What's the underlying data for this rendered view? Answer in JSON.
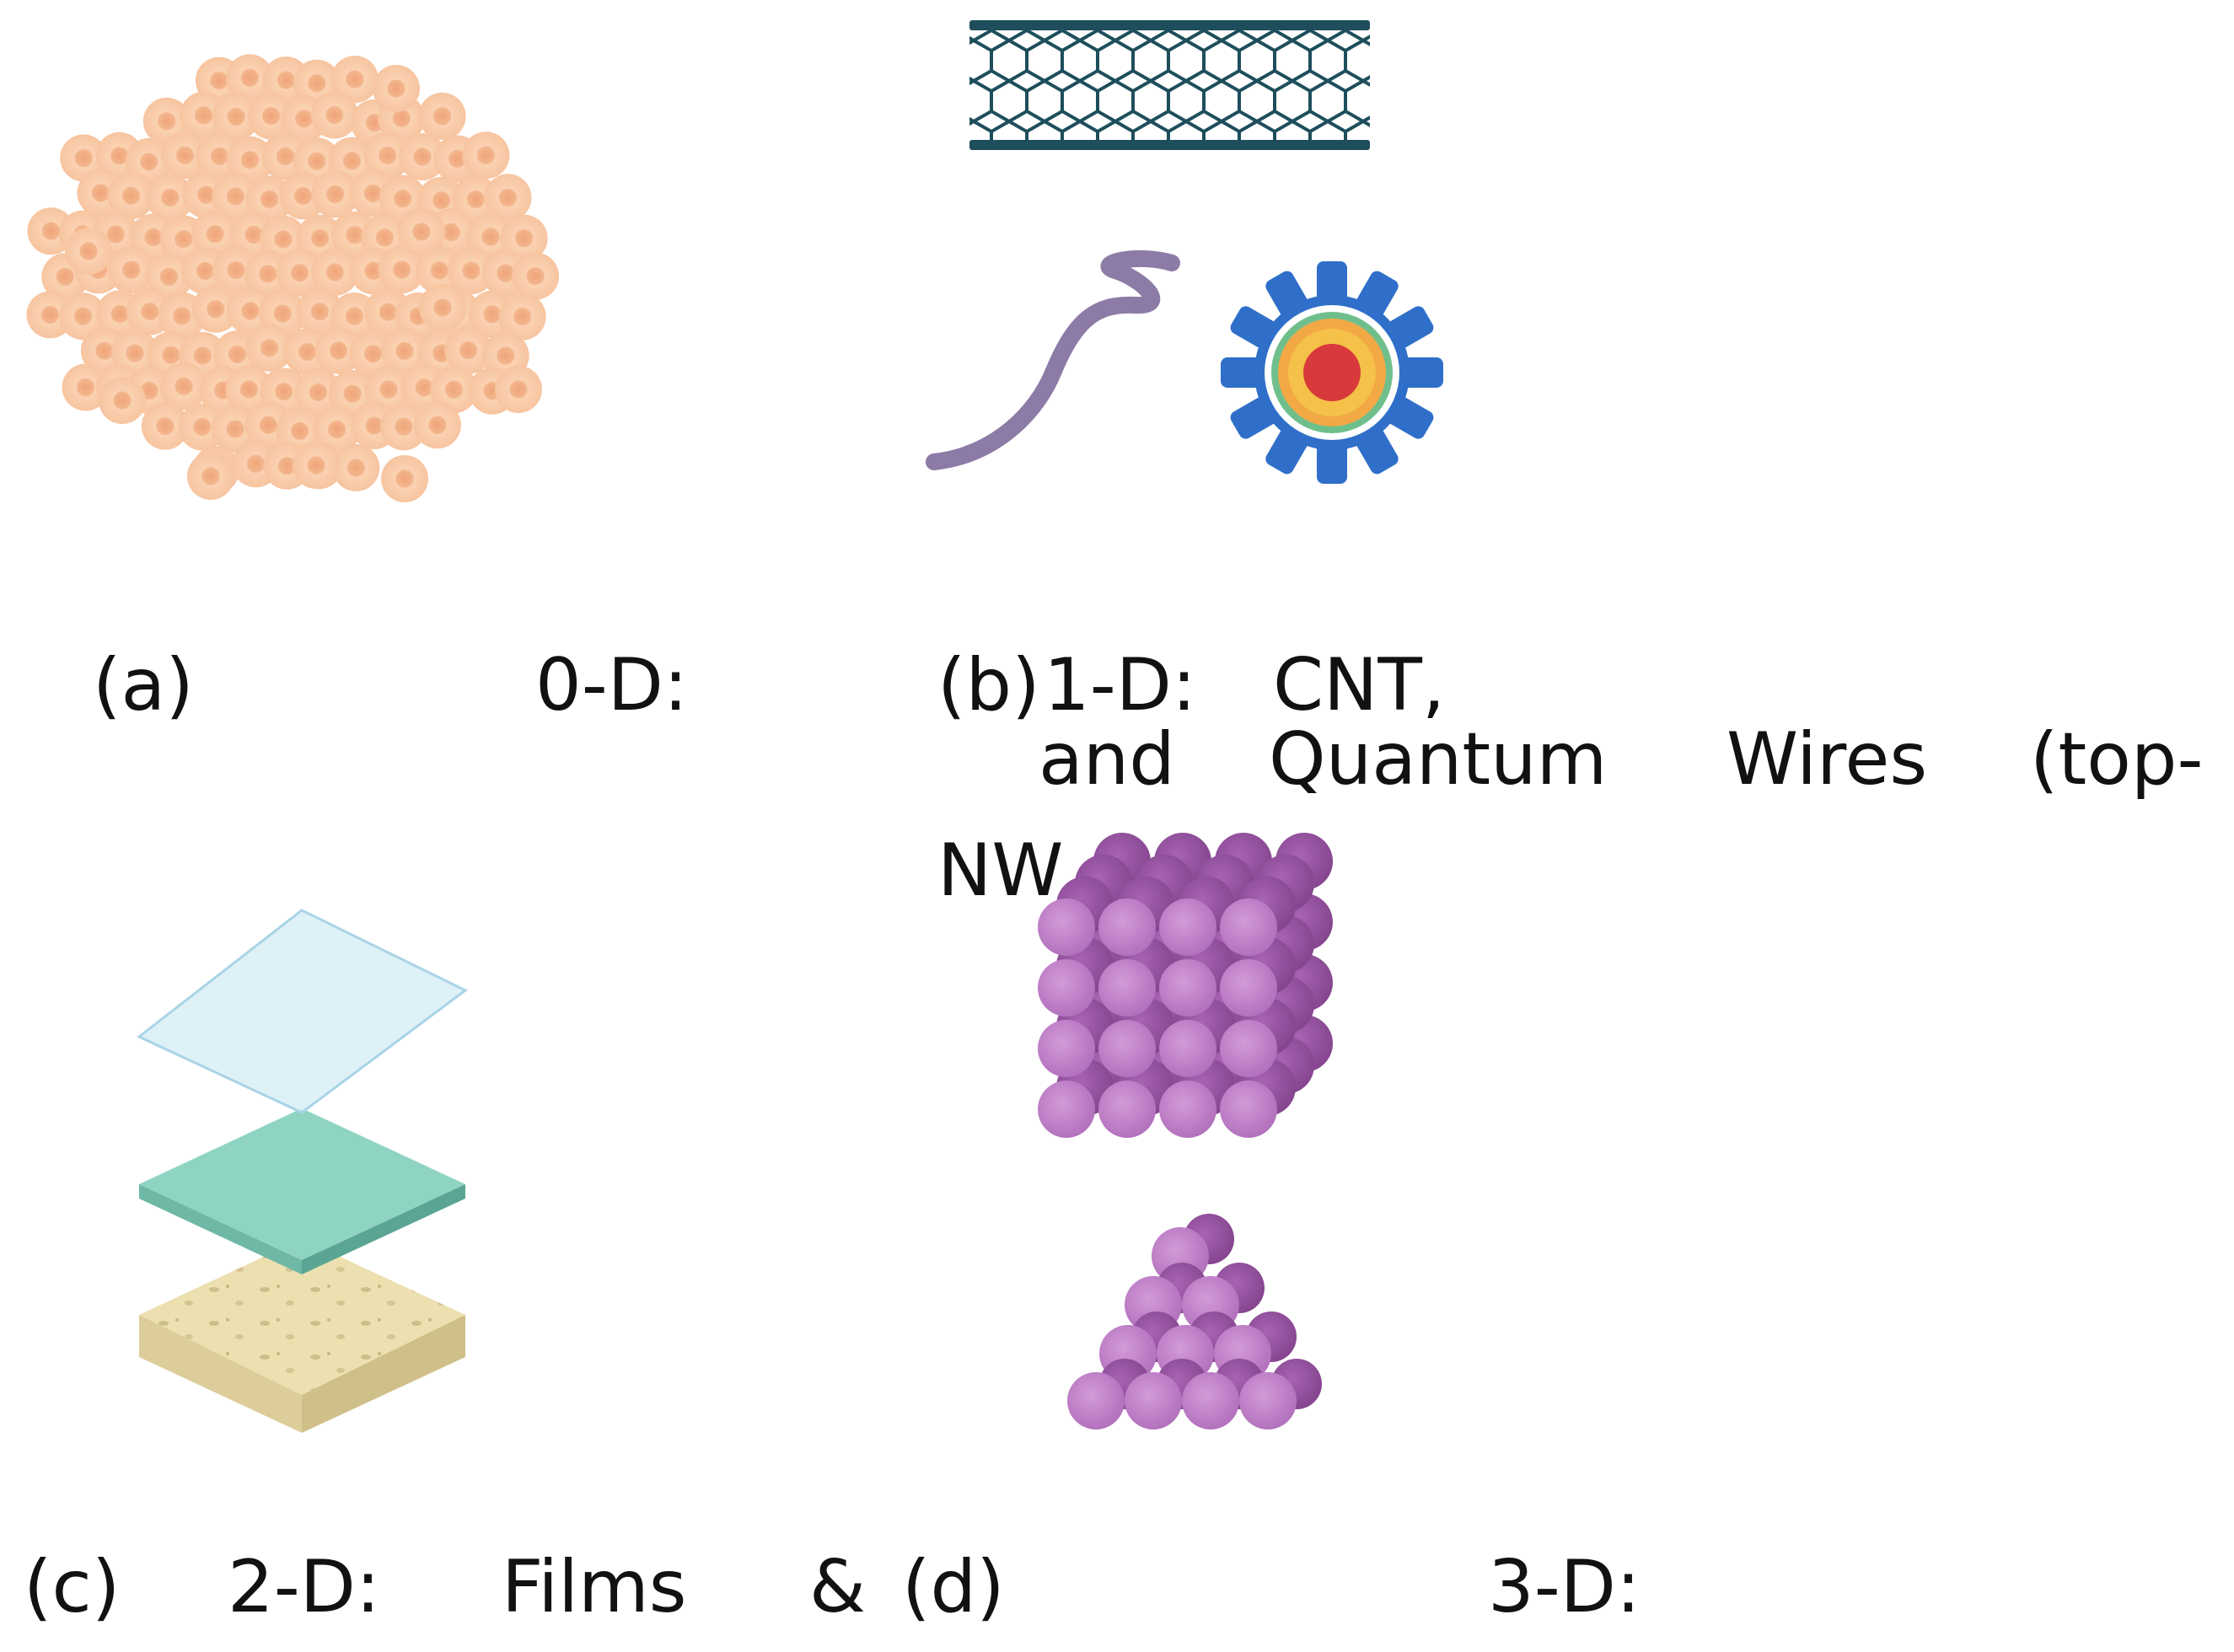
{
  "panels": {
    "a": {
      "label": "(a)",
      "dim": "0-D:"
    },
    "b": {
      "label": "(b)",
      "dim": "1-D:",
      "line1": "CNT,",
      "line2_words": [
        "and",
        "Quantum",
        "Wires",
        "(top-"
      ],
      "line3": "NW"
    },
    "c": {
      "label": "(c)",
      "dim": "2-D:",
      "words": [
        "Films",
        "&"
      ]
    },
    "d": {
      "label": "(d)",
      "dim": "3-D:"
    }
  },
  "colors": {
    "nanoparticle_fill": "#f9c9a3",
    "nanoparticle_core": "#f0a57a",
    "nanotube": "#1e4e5c",
    "nanowire": "#8c7ba6",
    "quantum_dot_shell": "#2f6fc9",
    "quantum_dot_core": "#d8393a",
    "film_top": "#d8eef6",
    "film_middle": "#8fd4c2",
    "film_substrate": "#ece0b0",
    "bulk_sphere": "#c07bc6",
    "bulk_sphere_dark": "#9a56a6"
  }
}
